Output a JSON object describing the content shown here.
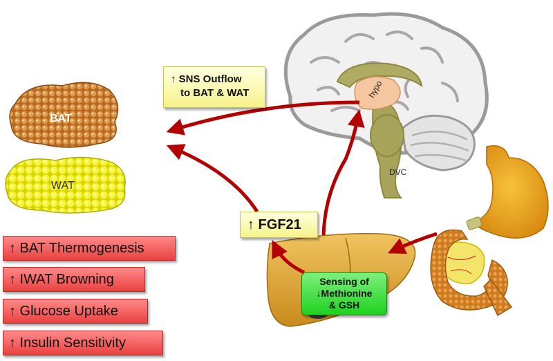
{
  "regulation": {
    "sns_line1": "↑ SNS Outflow",
    "sns_line2": "to BAT & WAT",
    "fgf21": "↑ FGF21",
    "sensing_line1": "Sensing of",
    "sensing_line2": "↓Methionine",
    "sensing_line3": "& GSH"
  },
  "tissues": {
    "bat": "BAT",
    "wat": "WAT"
  },
  "brain": {
    "hypo": "hypo",
    "dvc": "DVC"
  },
  "effects": [
    "↑ BAT Thermogenesis",
    "↑ IWAT Browning",
    "↑ Glucose Uptake",
    "↑ Insulin Sensitivity"
  ],
  "colors": {
    "arrow": "#b30000",
    "effect_box": "#e8413f",
    "label_box": "#f6f38a",
    "sensing_box": "#1fd01f",
    "bat": "#c8782a",
    "wat": "#f2ee10",
    "liver": "#e0a93a",
    "brain_outline": "#9a9a9a",
    "brainstem": "#a8a35a"
  }
}
